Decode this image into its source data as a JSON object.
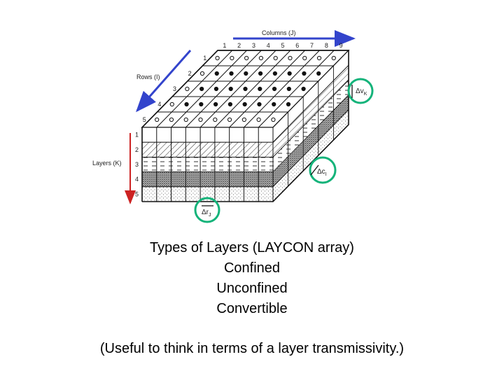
{
  "figure": {
    "columns_label": "Columns (J)",
    "rows_label": "Rows (I)",
    "layers_label": "Layers (K)",
    "column_numbers": [
      "1",
      "2",
      "3",
      "4",
      "5",
      "6",
      "7",
      "8",
      "9"
    ],
    "row_numbers": [
      "1",
      "2",
      "3",
      "4",
      "5"
    ],
    "layer_numbers": [
      "1",
      "2",
      "3",
      "4",
      "5"
    ],
    "delta_v": "Δv",
    "delta_v_sub": "K",
    "delta_c": "Δc",
    "delta_c_sub": "I",
    "delta_r": "Δr",
    "delta_r_sub": "J",
    "colors": {
      "columns_arrow": "#3344cc",
      "rows_arrow": "#3344cc",
      "layers_arrow": "#cc2222",
      "highlight_circle": "#14b37a"
    }
  },
  "caption": {
    "title": "Types of Layers (LAYCON array)",
    "items": [
      "Confined",
      "Unconfined",
      "Convertible"
    ],
    "note": "(Useful to think in terms of a layer transmissivity.)"
  }
}
